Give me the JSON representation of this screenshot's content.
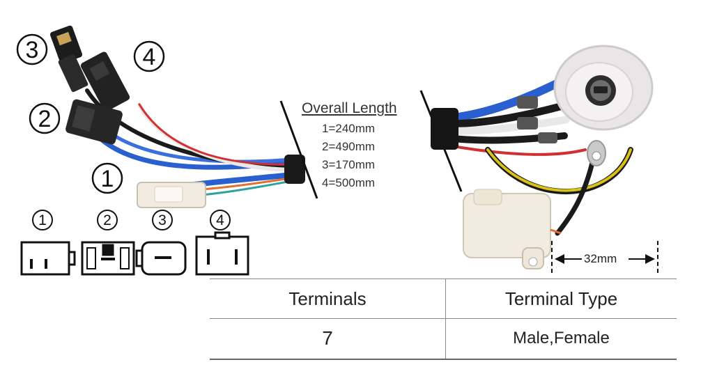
{
  "callouts": {
    "c1": "1",
    "c2": "2",
    "c3": "3",
    "c4": "4"
  },
  "connector_legend": {
    "c1": "1",
    "c2": "2",
    "c3": "3",
    "c4": "4"
  },
  "overall_length": {
    "title": "Overall Length",
    "lines": [
      "1=240mm",
      "2=490mm",
      "3=170mm",
      "4=500mm"
    ]
  },
  "dimension_label": "32mm",
  "spec_table": {
    "headers": [
      "Terminals",
      "Terminal Type"
    ],
    "values": [
      "7",
      "Male,Female"
    ]
  },
  "colors": {
    "blue_wire": "#2a5fd0",
    "red_wire": "#d03030",
    "yellow_wire": "#d8c21a",
    "black_wire": "#1a1a1a",
    "white_wire": "#e8e8e8",
    "connector_white": "#f2ece0",
    "switch_body": "#e9e6e8"
  }
}
